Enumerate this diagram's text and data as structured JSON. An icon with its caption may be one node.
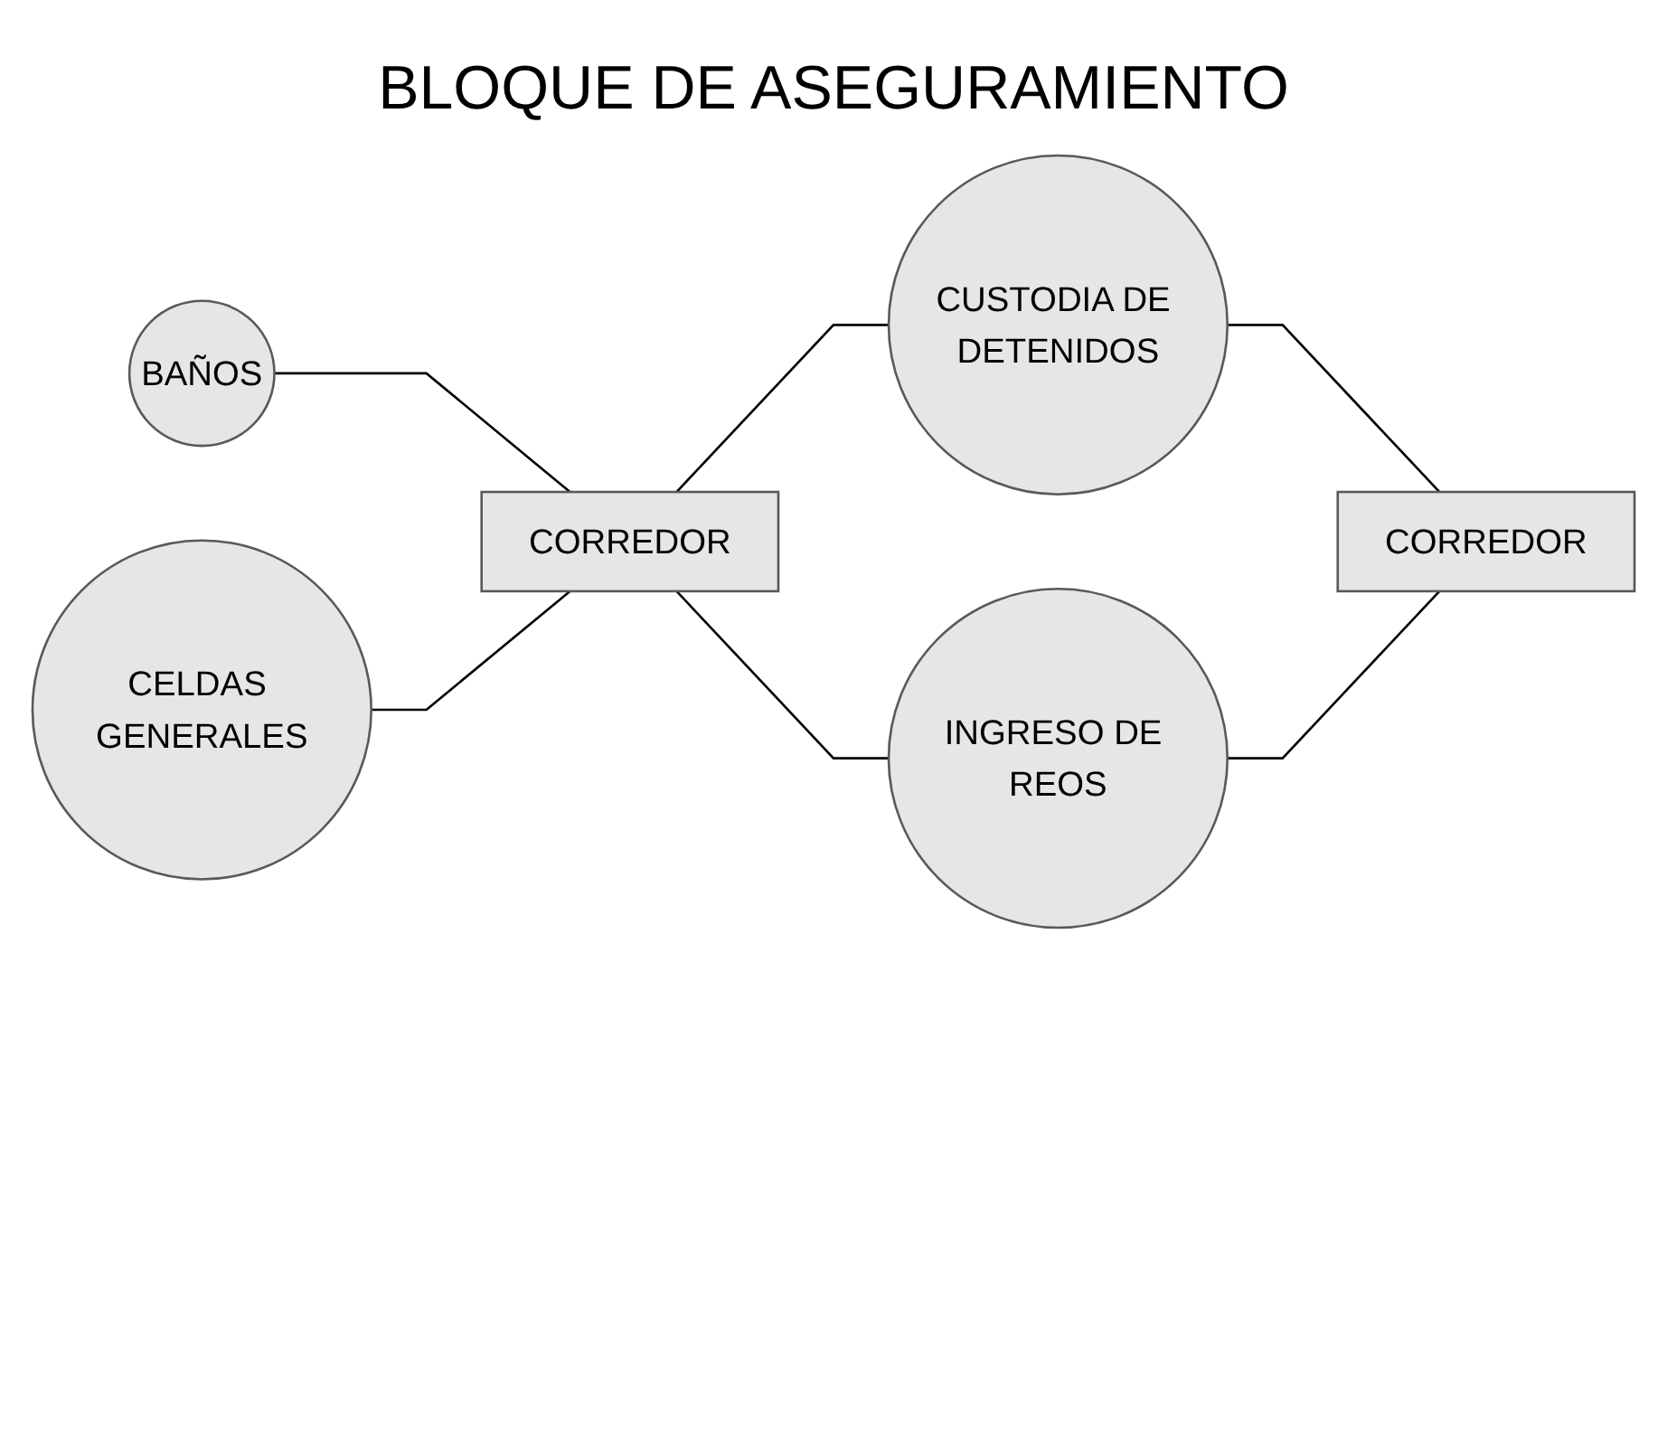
{
  "diagram": {
    "title": "BLOQUE DE ASEGURAMIENTO",
    "nodes": [
      {
        "text": [
          "BAÑOS"
        ]
      },
      {
        "text": [
          "CUSTODIA DE DETENIDOS"
        ]
      },
      {
        "text": [
          "CORREDOR"
        ]
      },
      {
        "text": [
          "CORREDOR"
        ]
      },
      {
        "text": [
          "CELDAS GENERALES"
        ]
      },
      {
        "text": [
          "INGRESO DE REOS"
        ]
      }
    ],
    "edges": [
      {
        "from": 0,
        "to": 2,
        "arrow": "none"
      },
      {
        "from": 2,
        "to": 1,
        "arrow": "none"
      },
      {
        "from": 4,
        "to": 2,
        "arrow": "none"
      },
      {
        "from": 2,
        "to": 5,
        "arrow": "none"
      },
      {
        "from": 1,
        "to": 3,
        "arrow": "none"
      },
      {
        "from": 5,
        "to": 3,
        "arrow": "none"
      }
    ]
  }
}
